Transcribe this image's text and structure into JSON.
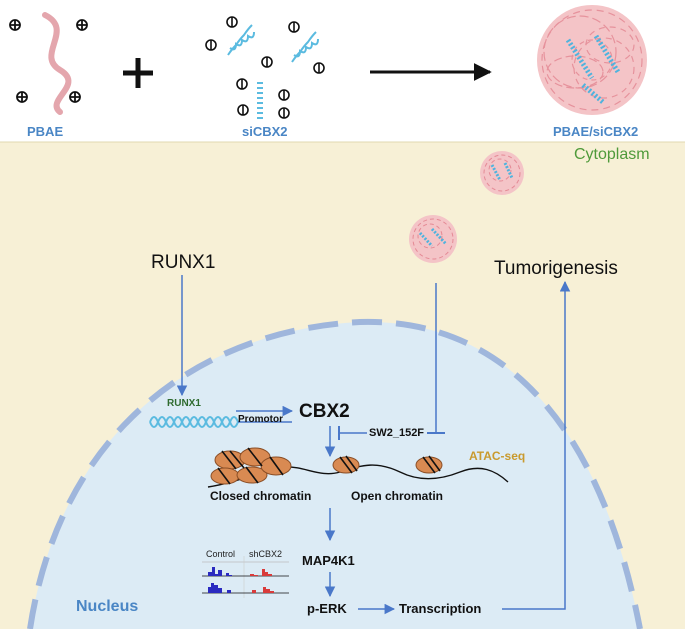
{
  "labels": {
    "pbae": "PBAE",
    "sicbx2": "siCBX2",
    "pbae_sicbx2": "PBAE/siCBX2",
    "cytoplasm": "Cytoplasm",
    "runx1": "RUNX1",
    "tumorigenesis": "Tumorigenesis",
    "runx1_gene": "RUNX1",
    "promotor": "Promotor",
    "cbx2": "CBX2",
    "sw2": "SW2_152F",
    "atac": "ATAC-seq",
    "closed_chromatin": "Closed chromatin",
    "open_chromatin": "Open chromatin",
    "control": "Control",
    "shcbx2": "shCBX2",
    "map4k1": "MAP4K1",
    "perk": "p-ERK",
    "transcription": "Transcription",
    "nucleus": "Nucleus"
  },
  "colors": {
    "cytoplasm": "#f7f0d6",
    "nucleus": "#dcebf5",
    "membrane": "#9fb6dc",
    "arrow": "#4a78c9",
    "accent_blue": "#4a86c5",
    "cytoplasm_label": "#4f9a3a",
    "atac_label": "#c99a2e",
    "runx1_gene_label": "#2f6b2f",
    "polymer_pink": "#e4a6ad",
    "sirna_cyan": "#5bbbe0",
    "nucleosome": "#d98a52"
  }
}
